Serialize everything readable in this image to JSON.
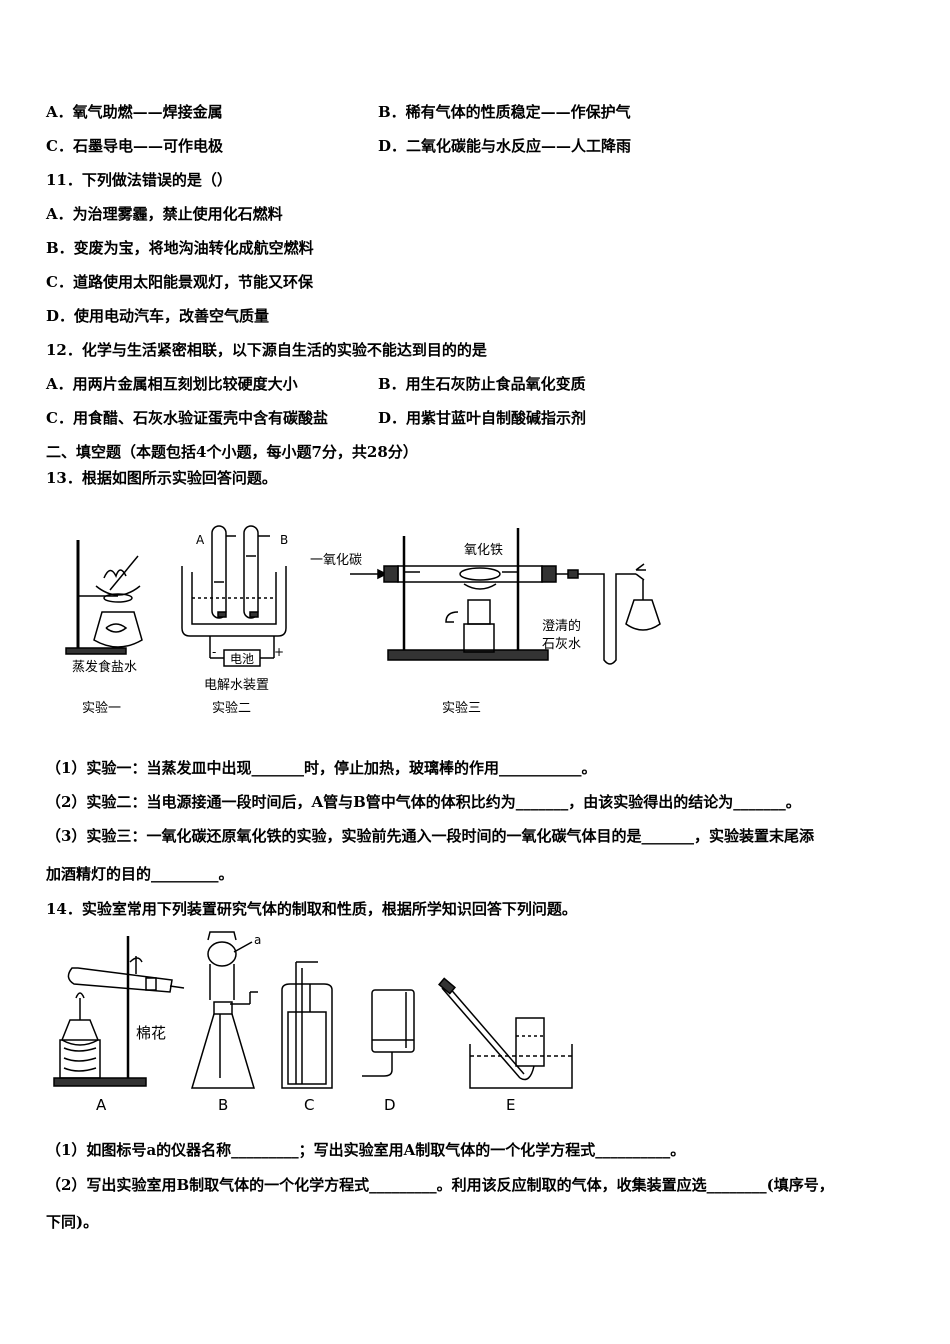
{
  "q10": {
    "optA": "A．氧气助燃——焊接金属",
    "optB": "B．稀有气体的性质稳定——作保护气",
    "optC": "C．石墨导电——可作电极",
    "optD": "D．二氧化碳能与水反应——人工降雨"
  },
  "q11": {
    "stem": "11．下列做法错误的是（）",
    "optA": "A．为治理雾霾，禁止使用化石燃料",
    "optB": "B．变废为宝，将地沟油转化成航空燃料",
    "optC": "C．道路使用太阳能景观灯，节能又环保",
    "optD": "D．使用电动汽车，改善空气质量"
  },
  "q12": {
    "stem": "12．化学与生活紧密相联，以下源自生活的实验不能达到目的的是",
    "optA": "A．用两片金属相互刻划比较硬度大小",
    "optB": "B．用生石灰防止食品氧化变质",
    "optC": "C．用食醋、石灰水验证蛋壳中含有碳酸盐",
    "optD": "D．用紫甘蓝叶自制酸碱指示剂"
  },
  "section2": "二、填空题（本题包括4个小题，每小题7分，共28分）",
  "q13": {
    "stem": "13．根据如图所示实验回答问题。",
    "fig": {
      "exp1_label": "蒸发食盐水",
      "exp1_caption": "实验一",
      "exp2_tubeA": "A",
      "exp2_tubeB": "B",
      "exp2_battery": "电池",
      "exp2_minus": "-",
      "exp2_plus": "+",
      "exp2_label": "电解水装置",
      "exp2_caption": "实验二",
      "exp3_co": "一氧化碳",
      "exp3_fe2o3": "氧化铁",
      "exp3_limewater1": "澄清的",
      "exp3_limewater2": "石灰水",
      "exp3_caption": "实验三"
    },
    "sub1": "（1）实验一：当蒸发皿中出现_______时，停止加热，玻璃棒的作用___________。",
    "sub2": "（2）实验二：当电源接通一段时间后，A管与B管中气体的体积比约为_______，由该实验得出的结论为_______。",
    "sub3a": "（3）实验三：一氧化碳还原氧化铁的实验，实验前先通入一段时间的一氧化碳气体目的是_______，实验装置末尾添",
    "sub3b": "加酒精灯的目的_________。"
  },
  "q14": {
    "stem": "14．实验室常用下列装置研究气体的制取和性质，根据所学知识回答下列问题。",
    "fig": {
      "cotton": "棉花",
      "a_mark": "a",
      "labelA": "A",
      "labelB": "B",
      "labelC": "C",
      "labelD": "D",
      "labelE": "E"
    },
    "sub1": "（1）如图标号a的仪器名称_________；写出实验室用A制取气体的一个化学方程式__________。",
    "sub2a": "（2）写出实验室用B制取气体的一个化学方程式_________。利用该反应制取的气体，收集装置应选________(填序号，",
    "sub2b": "下同)。"
  }
}
